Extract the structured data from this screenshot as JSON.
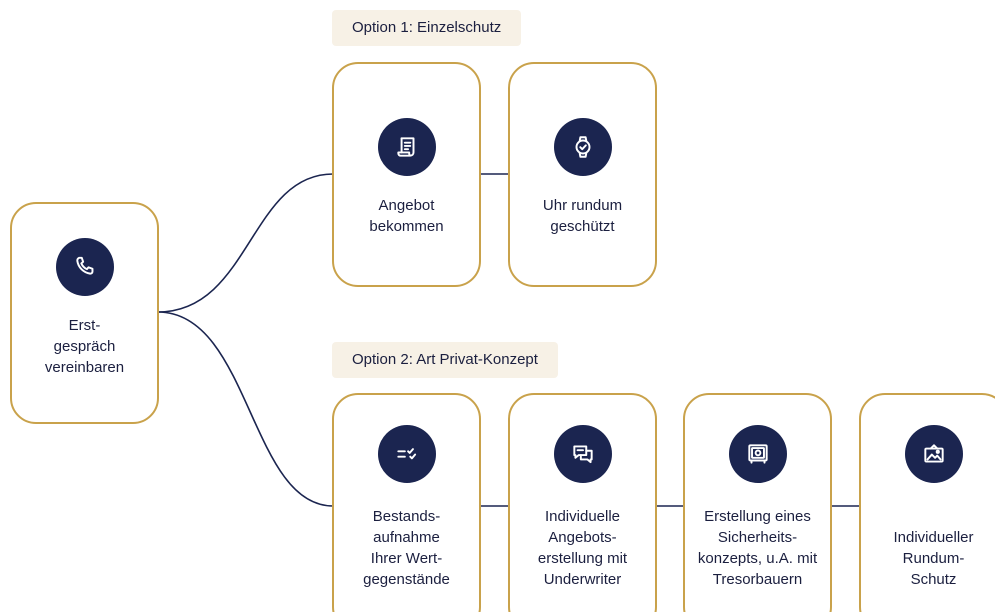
{
  "options": [
    {
      "label": "Option 1: Einzelschutz"
    },
    {
      "label": "Option 2: Art Privat-Konzept"
    }
  ],
  "start": {
    "text": "Erst-\ngespräch\nvereinbaren",
    "icon": "phone-icon"
  },
  "option1_steps": [
    {
      "text": "Angebot\nbekommen",
      "icon": "document-icon"
    },
    {
      "text": "Uhr rundum\ngeschützt",
      "icon": "watch-icon"
    }
  ],
  "option2_steps": [
    {
      "text": "Bestands-\naufnahme\nIhrer Wert-\ngegenstände",
      "icon": "checklist-icon"
    },
    {
      "text": "Individuelle\nAngebots-\nerstellung mit\nUnderwriter",
      "icon": "chat-icon"
    },
    {
      "text": "Erstellung eines\nSicherheits-\nkonzepts, u.A. mit\nTresorbauern",
      "icon": "safe-icon"
    },
    {
      "text": "Individueller\nRundum-\nSchutz",
      "icon": "picture-icon"
    }
  ],
  "colors": {
    "border": "#c9a24b",
    "icon_bg": "#1b2550",
    "label_bg": "#f7f1e6",
    "line": "#1b2550"
  }
}
